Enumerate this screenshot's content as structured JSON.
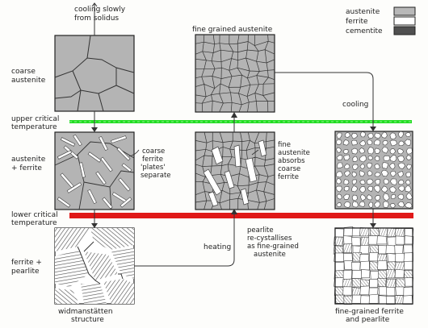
{
  "legend": {
    "items": [
      {
        "label": "austenite",
        "color": "#b8b8b8"
      },
      {
        "label": "ferrite",
        "color": "#ffffff"
      },
      {
        "label": "cementite",
        "color": "#505050"
      }
    ]
  },
  "lines": {
    "upper_critical": {
      "label_line1": "upper critical",
      "label_line2": "temperature",
      "color": "#22dd22"
    },
    "lower_critical": {
      "label_line1": "lower critical",
      "label_line2": "temperature",
      "color": "#e01818"
    }
  },
  "labels": {
    "cooling_slowly_1": "cooling slowly",
    "cooling_slowly_2": "from solidus",
    "fine_grained_austenite_title": "fine grained austenite",
    "coarse_austenite_1": "coarse",
    "coarse_austenite_2": "austenite",
    "austenite_ferrite_1": "austenite",
    "austenite_ferrite_2": "+ ferrite",
    "coarse_ferrite_1": "coarse",
    "coarse_ferrite_2": "ferrite",
    "coarse_ferrite_3": "'plates'",
    "coarse_ferrite_4": "separate",
    "fine_austenite_1": "fine",
    "fine_austenite_2": "austenite",
    "fine_austenite_3": "absorbs",
    "fine_austenite_4": "coarse",
    "fine_austenite_5": "ferrite",
    "pearlite_recryst_1": "pearlite",
    "pearlite_recryst_2": "re-cystallises",
    "pearlite_recryst_3": "as fine-grained",
    "pearlite_recryst_4": "austenite",
    "heating": "heating",
    "cooling": "cooling",
    "ferrite_pearlite_1": "ferrite +",
    "ferrite_pearlite_2": "pearlite",
    "widmanstatten_1": "widmanstätten",
    "widmanstatten_2": "structure",
    "fine_grained_fp_1": "fine-grained ferrite",
    "fine_grained_fp_2": "and pearlite"
  }
}
